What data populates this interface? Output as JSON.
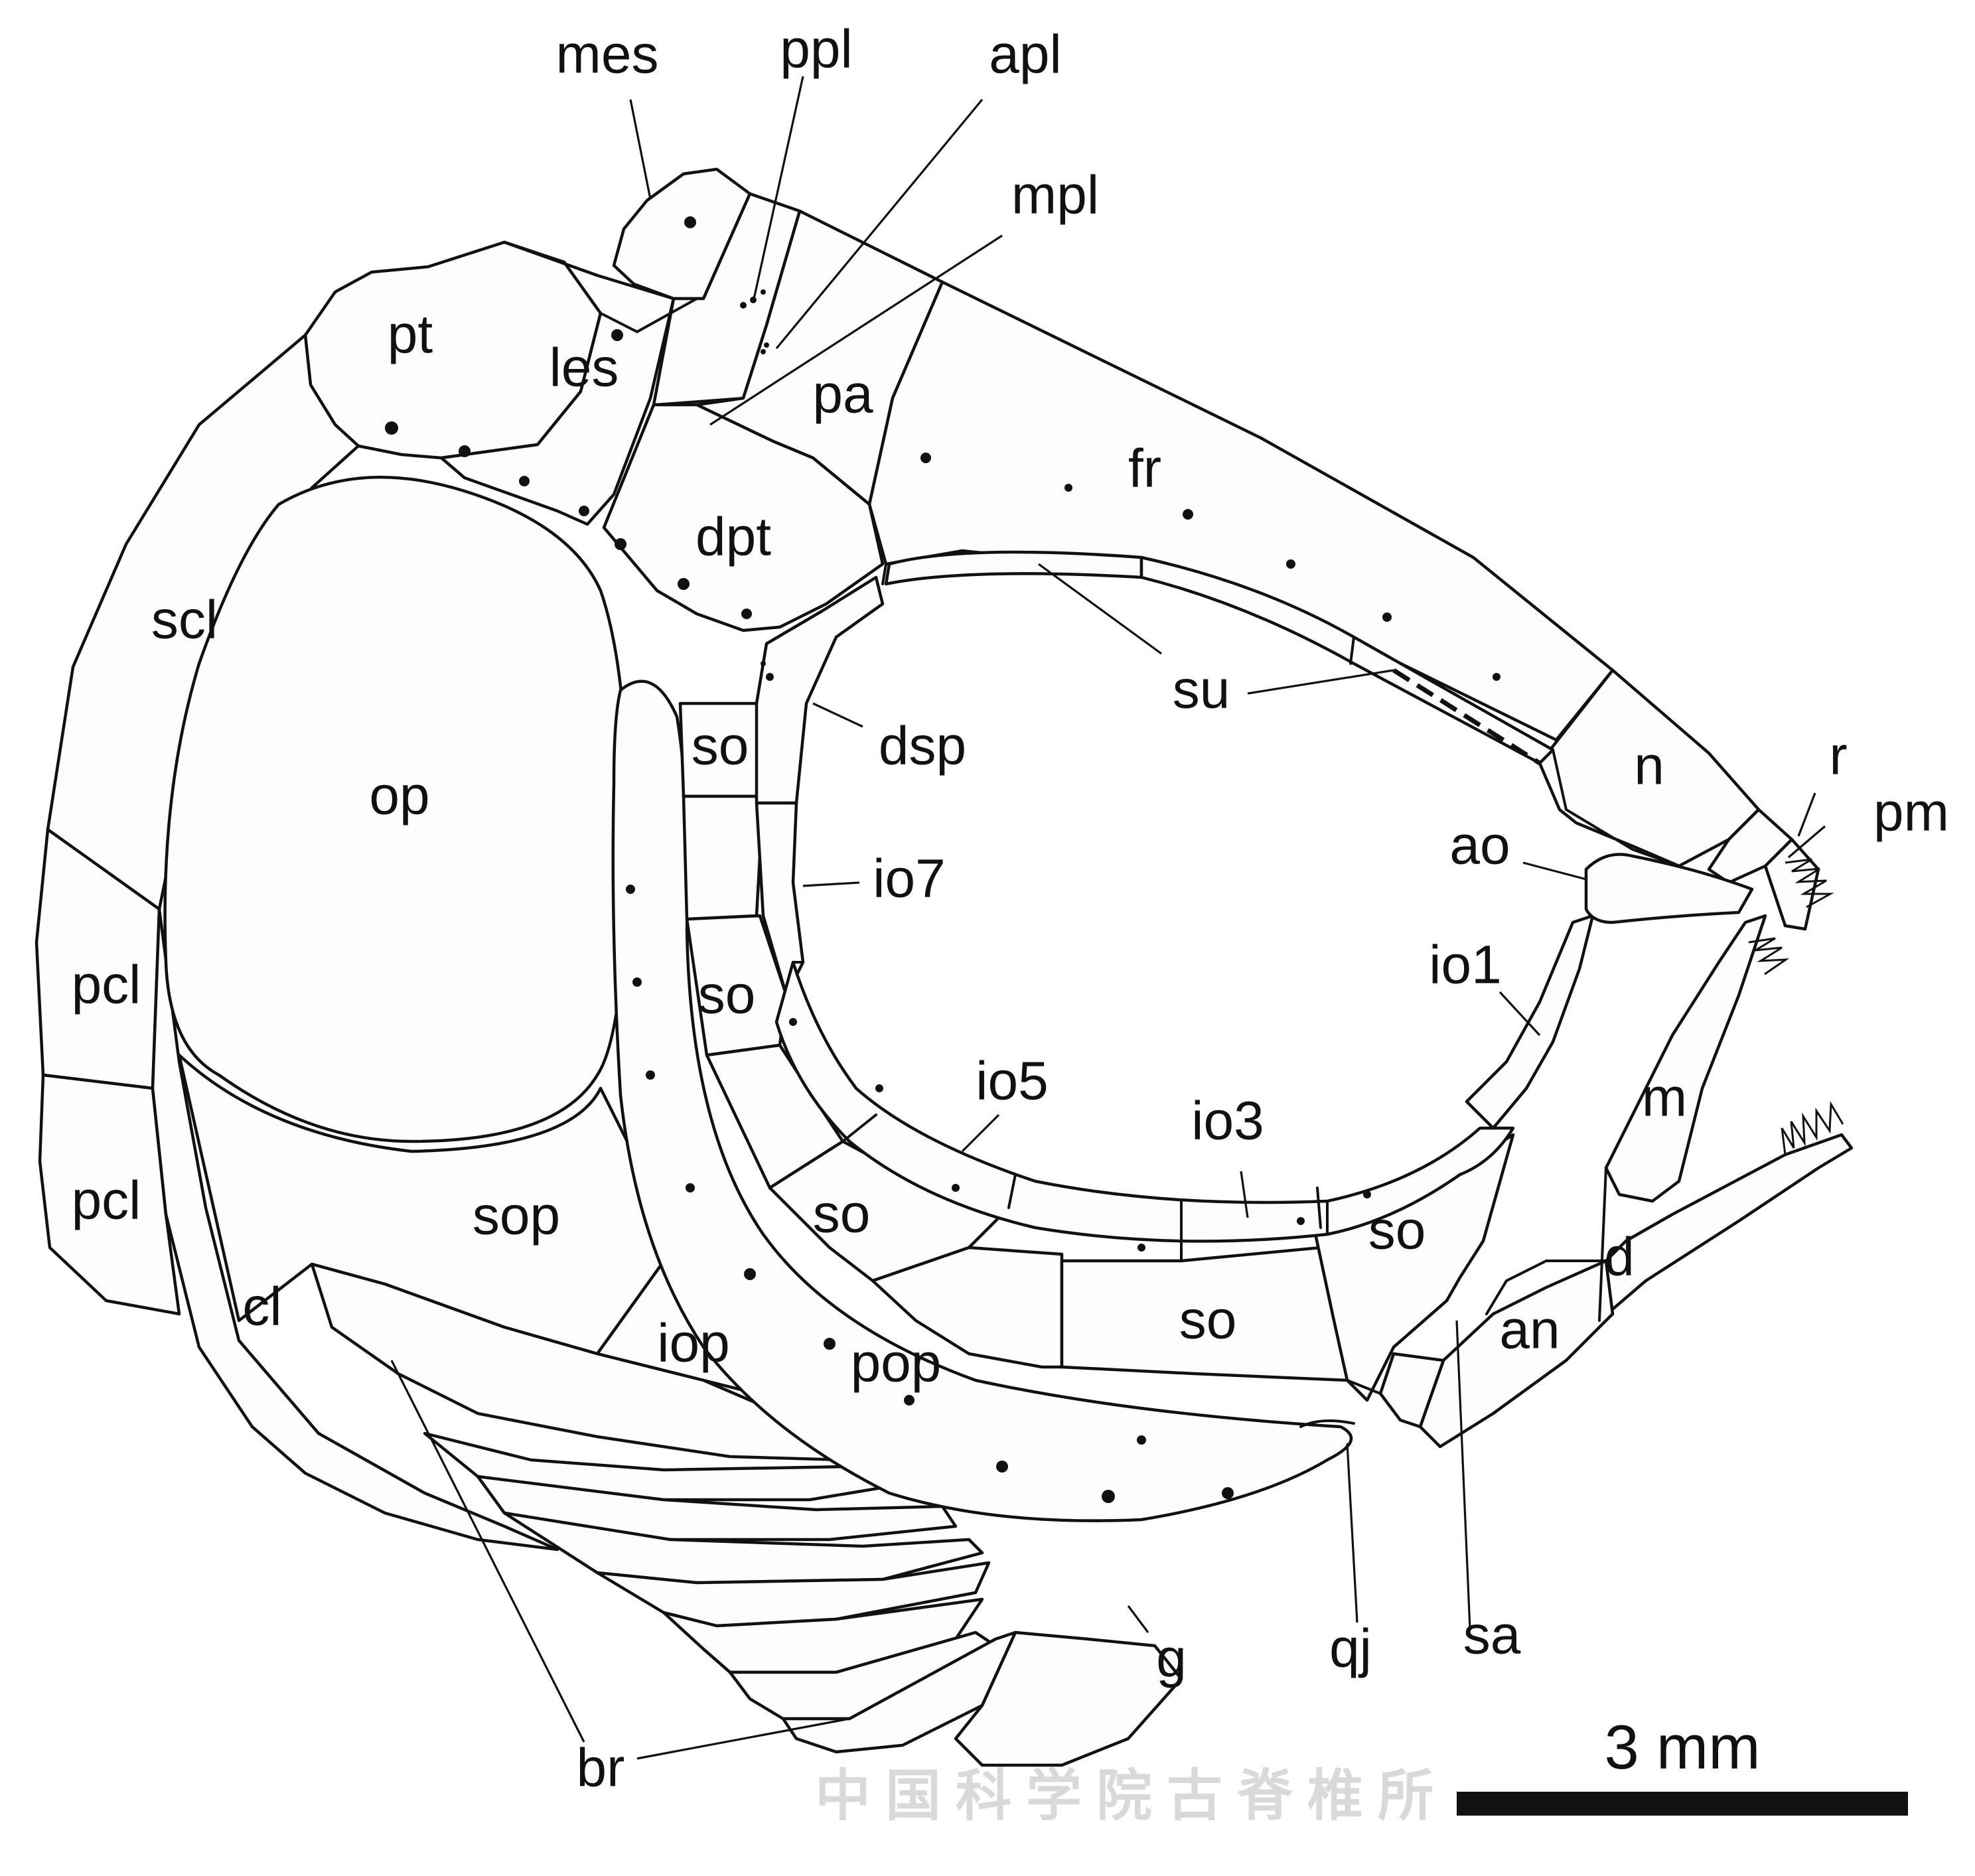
{
  "labels": {
    "mes": "mes",
    "ppl": "ppl",
    "apl": "apl",
    "mpl": "mpl",
    "pt": "pt",
    "les": "les",
    "pa": "pa",
    "fr": "fr",
    "dpt": "dpt",
    "scl": "scl",
    "op": "op",
    "so": "so",
    "dsp": "dsp",
    "su": "su",
    "n": "n",
    "r": "r",
    "pm": "pm",
    "ao": "ao",
    "io1": "io1",
    "io7": "io7",
    "io5": "io5",
    "io3": "io3",
    "pcl": "pcl",
    "sop": "sop",
    "cl": "cl",
    "iop": "iop",
    "pop": "pop",
    "m": "m",
    "d": "d",
    "an": "an",
    "qj": "qj",
    "sa": "sa",
    "g": "g",
    "br": "br"
  },
  "scale_bar": {
    "text": "3 mm"
  },
  "watermark": "中国科学院古脊椎所"
}
